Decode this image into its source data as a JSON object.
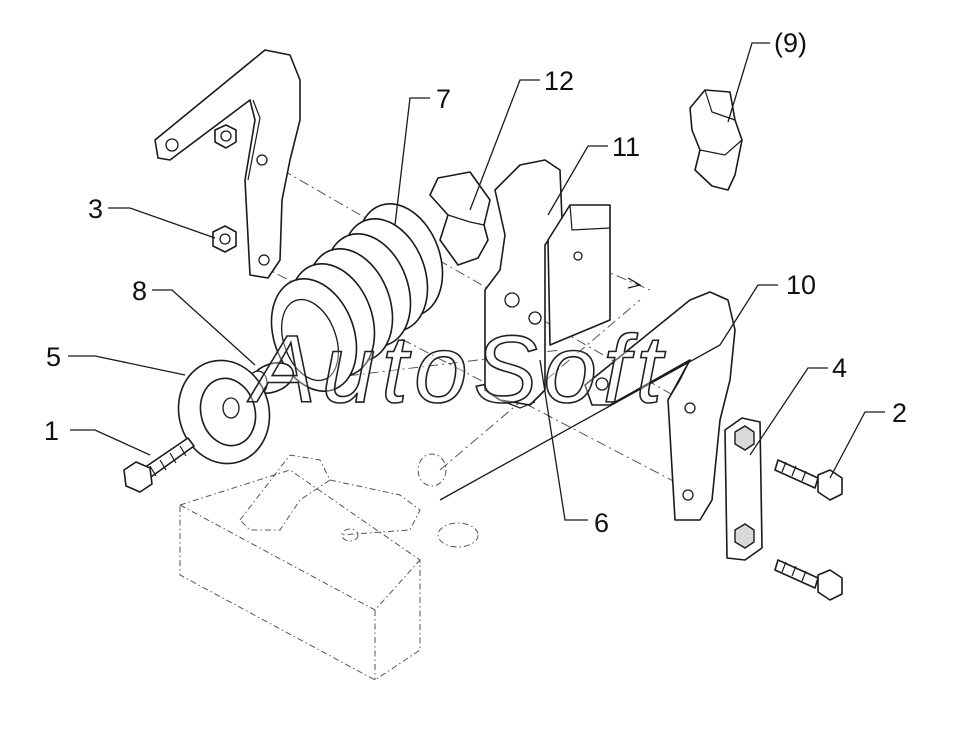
{
  "callouts": [
    {
      "id": "1",
      "label": "1"
    },
    {
      "id": "2",
      "label": "2"
    },
    {
      "id": "3",
      "label": "3"
    },
    {
      "id": "4",
      "label": "4"
    },
    {
      "id": "5",
      "label": "5"
    },
    {
      "id": "6",
      "label": "6"
    },
    {
      "id": "7",
      "label": "7"
    },
    {
      "id": "8",
      "label": "8"
    },
    {
      "id": "9",
      "label": "(9)"
    },
    {
      "id": "10",
      "label": "10"
    },
    {
      "id": "11",
      "label": "11"
    },
    {
      "id": "12",
      "label": "12"
    }
  ],
  "watermark": "AutoSoft",
  "colors": {
    "line": "#1a1a1a",
    "background": "#ffffff"
  }
}
